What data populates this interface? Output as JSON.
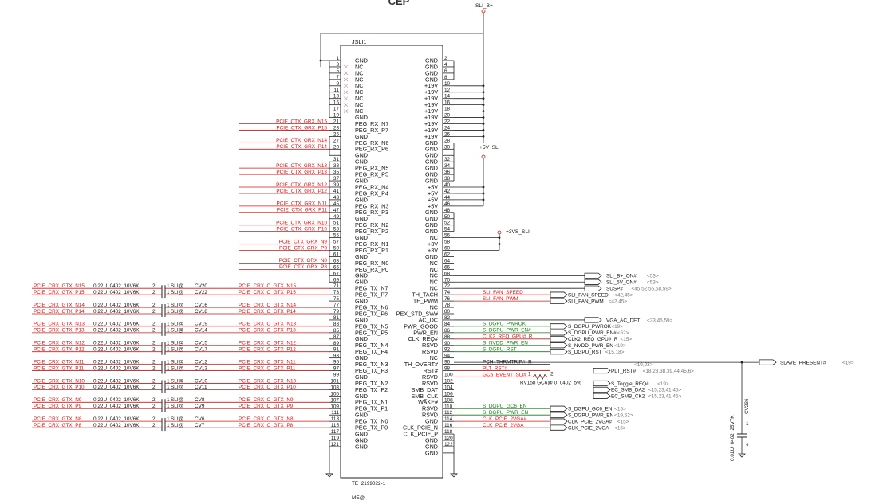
{
  "title_fragment": "CEP",
  "connector": {
    "refdes": "JSLI1",
    "part": "TE_2199022-1",
    "footnote": "ME@",
    "left_pins": [
      {
        "num": "1",
        "name": "GND"
      },
      {
        "num": "3",
        "name": "NC"
      },
      {
        "num": "5",
        "name": "NC"
      },
      {
        "num": "7",
        "name": "NC"
      },
      {
        "num": "9",
        "name": "NC"
      },
      {
        "num": "11",
        "name": "NC"
      },
      {
        "num": "13",
        "name": "NC"
      },
      {
        "num": "15",
        "name": "NC"
      },
      {
        "num": "17",
        "name": "NC"
      },
      {
        "num": "19",
        "name": "GND"
      },
      {
        "num": "21",
        "name": "PEG_RX_N7"
      },
      {
        "num": "23",
        "name": "PEG_RX_P7"
      },
      {
        "num": "25",
        "name": "GND"
      },
      {
        "num": "27",
        "name": "PEG_RX_N6"
      },
      {
        "num": "29",
        "name": "PEG_RX_P6"
      },
      {
        "num": "",
        "name": "GND"
      },
      {
        "num": "31",
        "name": "GND"
      },
      {
        "num": "33",
        "name": "PEG_RX_N5"
      },
      {
        "num": "35",
        "name": "PEG_RX_P5"
      },
      {
        "num": "37",
        "name": "GND"
      },
      {
        "num": "39",
        "name": "PEG_RX_N4"
      },
      {
        "num": "41",
        "name": "PEG_RX_P4"
      },
      {
        "num": "43",
        "name": "GND"
      },
      {
        "num": "45",
        "name": "PEG_RX_N3"
      },
      {
        "num": "47",
        "name": "PEG_RX_P3"
      },
      {
        "num": "49",
        "name": "GND"
      },
      {
        "num": "51",
        "name": "PEG_RX_N2"
      },
      {
        "num": "53",
        "name": "PEG_RX_P2"
      },
      {
        "num": "55",
        "name": "GND"
      },
      {
        "num": "57",
        "name": "PEG_RX_N1"
      },
      {
        "num": "59",
        "name": "PEG_RX_P1"
      },
      {
        "num": "61",
        "name": "GND"
      },
      {
        "num": "63",
        "name": "PEG_RX_N0"
      },
      {
        "num": "65",
        "name": "PEG_RX_P0"
      },
      {
        "num": "67",
        "name": "GND"
      },
      {
        "num": "69",
        "name": "GND"
      },
      {
        "num": "71",
        "name": "PEG_TX_N7"
      },
      {
        "num": "73",
        "name": "PEG_TX_P7"
      },
      {
        "num": "75",
        "name": "GND"
      },
      {
        "num": "77",
        "name": "PEG_TX_N6"
      },
      {
        "num": "79",
        "name": "PEG_TX_P6"
      },
      {
        "num": "81",
        "name": "GND"
      },
      {
        "num": "83",
        "name": "PEG_TX_N5"
      },
      {
        "num": "85",
        "name": "PEG_TX_P5"
      },
      {
        "num": "87",
        "name": "GND"
      },
      {
        "num": "89",
        "name": "PEG_TX_N4"
      },
      {
        "num": "91",
        "name": "PEG_TX_P4"
      },
      {
        "num": "93",
        "name": "GND"
      },
      {
        "num": "95",
        "name": "PEG_TX_N3"
      },
      {
        "num": "97",
        "name": "PEG_TX_P3"
      },
      {
        "num": "99",
        "name": "GND"
      },
      {
        "num": "101",
        "name": "PEG_TX_N2"
      },
      {
        "num": "103",
        "name": "PEG_TX_P2"
      },
      {
        "num": "105",
        "name": "GND"
      },
      {
        "num": "107",
        "name": "PEG_TX_N1"
      },
      {
        "num": "109",
        "name": "PEG_TX_P1"
      },
      {
        "num": "111",
        "name": "GND"
      },
      {
        "num": "113",
        "name": "PEG_TX_N0"
      },
      {
        "num": "115",
        "name": "PEG_TX_P0"
      },
      {
        "num": "117",
        "name": "GND"
      },
      {
        "num": "119",
        "name": "GND"
      },
      {
        "num": "121",
        "name": "GND"
      }
    ],
    "right_pins": [
      {
        "num": "2",
        "name": "GND"
      },
      {
        "num": "4",
        "name": "GND"
      },
      {
        "num": "6",
        "name": "GND"
      },
      {
        "num": "8",
        "name": "GND"
      },
      {
        "num": "10",
        "name": "+19V"
      },
      {
        "num": "12",
        "name": "+19V"
      },
      {
        "num": "14",
        "name": "+19V"
      },
      {
        "num": "16",
        "name": "+19V"
      },
      {
        "num": "18",
        "name": "+19V"
      },
      {
        "num": "20",
        "name": "+19V"
      },
      {
        "num": "22",
        "name": "+19V"
      },
      {
        "num": "24",
        "name": "+19V"
      },
      {
        "num": "26",
        "name": "+19V"
      },
      {
        "num": "28",
        "name": "GND"
      },
      {
        "num": "30",
        "name": "GND"
      },
      {
        "num": "",
        "name": "GND"
      },
      {
        "num": "32",
        "name": "GND"
      },
      {
        "num": "34",
        "name": "GND"
      },
      {
        "num": "36",
        "name": "GND"
      },
      {
        "num": "38",
        "name": "GND"
      },
      {
        "num": "40",
        "name": "+5V"
      },
      {
        "num": "42",
        "name": "+5V"
      },
      {
        "num": "44",
        "name": "+5V"
      },
      {
        "num": "46",
        "name": "+5V"
      },
      {
        "num": "48",
        "name": "GND"
      },
      {
        "num": "50",
        "name": "GND"
      },
      {
        "num": "52",
        "name": "GND"
      },
      {
        "num": "54",
        "name": "GND"
      },
      {
        "num": "56",
        "name": "NC"
      },
      {
        "num": "58",
        "name": "+3V"
      },
      {
        "num": "60",
        "name": "+3V"
      },
      {
        "num": "62",
        "name": "GND"
      },
      {
        "num": "64",
        "name": "NC"
      },
      {
        "num": "66",
        "name": "NC"
      },
      {
        "num": "68",
        "name": "NC"
      },
      {
        "num": "70",
        "name": "NC"
      },
      {
        "num": "72",
        "name": "NC"
      },
      {
        "num": "74",
        "name": "TH_TACH"
      },
      {
        "num": "76",
        "name": "TH_PWM"
      },
      {
        "num": "78",
        "name": "NC"
      },
      {
        "num": "80",
        "name": "PEX_STD_SW#"
      },
      {
        "num": "82",
        "name": "AC_DC"
      },
      {
        "num": "84",
        "name": "PWR_GOOD"
      },
      {
        "num": "86",
        "name": "PWR_EN"
      },
      {
        "num": "88",
        "name": "CLK_REQ#"
      },
      {
        "num": "90",
        "name": "RSVD"
      },
      {
        "num": "92",
        "name": "RSVD"
      },
      {
        "num": "94",
        "name": "NC"
      },
      {
        "num": "96",
        "name": "TH_OVERT#"
      },
      {
        "num": "98",
        "name": "RST#"
      },
      {
        "num": "100",
        "name": "RSVD"
      },
      {
        "num": "102",
        "name": "RSVD"
      },
      {
        "num": "104",
        "name": "SMB_DAT"
      },
      {
        "num": "106",
        "name": "SMB_CLK"
      },
      {
        "num": "108",
        "name": "WAKE#"
      },
      {
        "num": "110",
        "name": "RSVD"
      },
      {
        "num": "112",
        "name": "RSVD"
      },
      {
        "num": "114",
        "name": "GND"
      },
      {
        "num": "116",
        "name": "CLK_PCIE_N"
      },
      {
        "num": "118",
        "name": "CLK_PCIE_P"
      },
      {
        "num": "120",
        "name": "GND"
      },
      {
        "num": "122",
        "name": "GND"
      },
      {
        "num": "",
        "name": "GND"
      }
    ]
  },
  "power_labels": {
    "sli_b": "SLI_B+",
    "v5": "+5V_SLI",
    "v3": "+3VS_SLI"
  },
  "rx_nets": [
    {
      "row": 10,
      "name": "PCIE_CTX_GRX_N15"
    },
    {
      "row": 11,
      "name": "PCIE_CTX_GRX_P15"
    },
    {
      "row": 13,
      "name": "PCIE_CTX_GRX_N14"
    },
    {
      "row": 14,
      "name": "PCIE_CTX_GRX_P14"
    },
    {
      "row": 17,
      "name": "PCIE_CTX_GRX_N13"
    },
    {
      "row": 18,
      "name": "PCIE_CTX_GRX_P13"
    },
    {
      "row": 20,
      "name": "PCIE_CTX_GRX_N12"
    },
    {
      "row": 21,
      "name": "PCIE_CTX_GRX_P12"
    },
    {
      "row": 23,
      "name": "PCIE_CTX_GRX_N11"
    },
    {
      "row": 24,
      "name": "PCIE_CTX_GRX_P11"
    },
    {
      "row": 26,
      "name": "PCIE_CTX_GRX_N10"
    },
    {
      "row": 27,
      "name": "PCIE_CTX_GRX_P10"
    },
    {
      "row": 29,
      "name": "PCIE_CTX_GRX_N9"
    },
    {
      "row": 30,
      "name": "PCIE_CTX_GRX_P9"
    },
    {
      "row": 32,
      "name": "PCIE_CTX_GRX_N8"
    },
    {
      "row": 33,
      "name": "PCIE_CTX_GRX_P8"
    }
  ],
  "tx_nets": [
    {
      "row": 36,
      "left": "PCIE_CRX_GTX_N15",
      "cap": "CV20",
      "right": "PCIE_CRX_C_GTX_N15"
    },
    {
      "row": 37,
      "left": "PCIE_CRX_GTX_P15",
      "cap": "CV22",
      "right": "PCIE_CRX_C_GTX_P15"
    },
    {
      "row": 39,
      "left": "PCIE_CRX_GTX_N14",
      "cap": "CV16",
      "right": "PCIE_CRX_C_GTX_N14"
    },
    {
      "row": 40,
      "left": "PCIE_CRX_GTX_P14",
      "cap": "CV18",
      "right": "PCIE_CRX_C_GTX_P14"
    },
    {
      "row": 42,
      "left": "PCIE_CRX_GTX_N13",
      "cap": "CV19",
      "right": "PCIE_CRX_C_GTX_N13"
    },
    {
      "row": 43,
      "left": "PCIE_CRX_GTX_P13",
      "cap": "CV14",
      "right": "PCIE_CRX_C_GTX_P13"
    },
    {
      "row": 45,
      "left": "PCIE_CRX_GTX_N12",
      "cap": "CV15",
      "right": "PCIE_CRX_C_GTX_N12"
    },
    {
      "row": 46,
      "left": "PCIE_CRX_GTX_P12",
      "cap": "CV17",
      "right": "PCIE_CRX_C_GTX_P12"
    },
    {
      "row": 48,
      "left": "PCIE_CRX_GTX_N11",
      "cap": "CV12",
      "right": "PCIE_CRX_C_GTX_N11"
    },
    {
      "row": 49,
      "left": "PCIE_CRX_GTX_P11",
      "cap": "CV13",
      "right": "PCIE_CRX_C_GTX_P11"
    },
    {
      "row": 51,
      "left": "PCIE_CRX_GTX_N10",
      "cap": "CV10",
      "right": "PCIE_CRX_C_GTX_N10"
    },
    {
      "row": 52,
      "left": "PCIE_CRX_GTX_P10",
      "cap": "CV11",
      "right": "PCIE_CRX_C_GTX_P10"
    },
    {
      "row": 54,
      "left": "PCIE_CRX_GTX_N9",
      "cap": "CV8",
      "right": "PCIE_CRX_C_GTX_N9"
    },
    {
      "row": 55,
      "left": "PCIE_CRX_GTX_P9",
      "cap": "CV9",
      "right": "PCIE_CRX_C_GTX_P9"
    },
    {
      "row": 57,
      "left": "PCIE_CRX_GTX_N8",
      "cap": "CV6",
      "right": "PCIE_CRX_C_GTX_N8"
    },
    {
      "row": 58,
      "left": "PCIE_CRX_GTX_P8",
      "cap": "CV7",
      "right": "PCIE_CRX_C_GTX_P8"
    }
  ],
  "tx_cap": {
    "value": "0.22U_0402_10V6K",
    "pin2": "2",
    "pin1": "1",
    "opt": "SLI@"
  },
  "right_signals": [
    {
      "row": 34,
      "name": "SLI_B+_ON#",
      "ref": "<53>",
      "color": "black",
      "port": true
    },
    {
      "row": 35,
      "name": "SLI_5V_ON#",
      "ref": "<53>",
      "color": "black",
      "port": true
    },
    {
      "row": 36,
      "name": "SUSP#",
      "ref": "<45,52,56,58,59>",
      "color": "black",
      "port": true
    },
    {
      "row": 37,
      "name": "SLI_FAN_SPEED",
      "ref": "",
      "color": "red",
      "port": false
    },
    {
      "row": 38,
      "name": "SLI_FAN_PWM",
      "ref": "",
      "color": "red",
      "port": false
    },
    {
      "row": 41,
      "name": "VGA_AC_DET",
      "ref": "<23,45,59>",
      "color": "black",
      "port": true
    },
    {
      "row": 42,
      "name": "S_DGPU_PWROK",
      "ref": "",
      "color": "green",
      "port": false
    },
    {
      "row": 43,
      "name": "S_DGPU_PWR_EN#",
      "ref": "",
      "color": "green",
      "port": false
    },
    {
      "row": 44,
      "name": "CLK2_REQ_GPU#_R",
      "ref": "",
      "color": "red",
      "port": false
    },
    {
      "row": 45,
      "name": "S_NVDD_PWR_EN",
      "ref": "",
      "color": "green",
      "port": false
    },
    {
      "row": 46,
      "name": "S_DGPU_RST",
      "ref": "",
      "color": "green",
      "port": false
    },
    {
      "row": 48,
      "name": "PCH_THRMTRIP#_R",
      "ref": "<19,23>",
      "color": "black",
      "port": false
    },
    {
      "row": 49,
      "name": "PLT_RST#",
      "ref": "",
      "color": "red",
      "port": false
    },
    {
      "row": 50,
      "name": "GC6_EVENT_SLI#",
      "ref": "",
      "color": "red",
      "port": false
    },
    {
      "row": 55,
      "name": "S_DGPU_GC6_EN",
      "ref": "",
      "color": "green",
      "port": false
    },
    {
      "row": 56,
      "name": "S_DGPU_PWR_EN",
      "ref": "",
      "color": "green",
      "port": false
    },
    {
      "row": 57,
      "name": "CLK_PCIE_2VGA#",
      "ref": "",
      "color": "red",
      "port": false
    },
    {
      "row": 58,
      "name": "CLK_PCIE_2VGA",
      "ref": "",
      "color": "red",
      "port": false
    }
  ],
  "far_ports": [
    {
      "row": 37,
      "name": "SLI_FAN_SPEED",
      "ref": "<42,45>"
    },
    {
      "row": 38,
      "name": "SLI_FAN_PWM",
      "ref": "<42,45>"
    },
    {
      "row": 42,
      "name": "S_DGPU_PWROK",
      "ref": "<19>"
    },
    {
      "row": 43,
      "name": "S_DGPU_PWR_EN#",
      "ref": "<52>"
    },
    {
      "row": 44,
      "name": "CLK2_REQ_GPU#_R",
      "ref": "<15>"
    },
    {
      "row": 45,
      "name": "S_NVDD_PWR_EN",
      "ref": "<19>"
    },
    {
      "row": 46,
      "name": "S_DGPU_RST",
      "ref": "<15,18>"
    },
    {
      "row": 49,
      "name": "PLT_RST#",
      "ref": "<18,23,38,39,44,45,6>"
    },
    {
      "row": 51,
      "name": "S_Toggle_REQ#",
      "ref": "<19>"
    },
    {
      "row": 52,
      "name": "EC_SMB_DA2",
      "ref": "<15,23,41,45>"
    },
    {
      "row": 53,
      "name": "EC_SMB_CK2",
      "ref": "<15,23,41,45>"
    },
    {
      "row": 55,
      "name": "S_DGPU_GC6_EN",
      "ref": "<15>"
    },
    {
      "row": 56,
      "name": "S_DGPU_PWR_EN",
      "ref": "<19,52>"
    },
    {
      "row": 57,
      "name": "CLK_PCIE_2VGA#",
      "ref": "<15>"
    },
    {
      "row": 58,
      "name": "CLK_PCIE_2VGA",
      "ref": "<15>"
    }
  ],
  "slave_present": {
    "name": "SLAVE_PRESENT#",
    "ref": "<19>"
  },
  "resistor": {
    "text": "RV158 GC6@ 0_0402_5%",
    "pin1": "1",
    "pin2": "2"
  },
  "cap_cv236": {
    "ref": "CV236",
    "value": "0.01U_0402_25V7K",
    "pin1": "1",
    "pin2": "2"
  },
  "colors": {
    "red": "#d01818",
    "green": "#1a7a1a",
    "wire": "#222222",
    "box": "#222222"
  }
}
